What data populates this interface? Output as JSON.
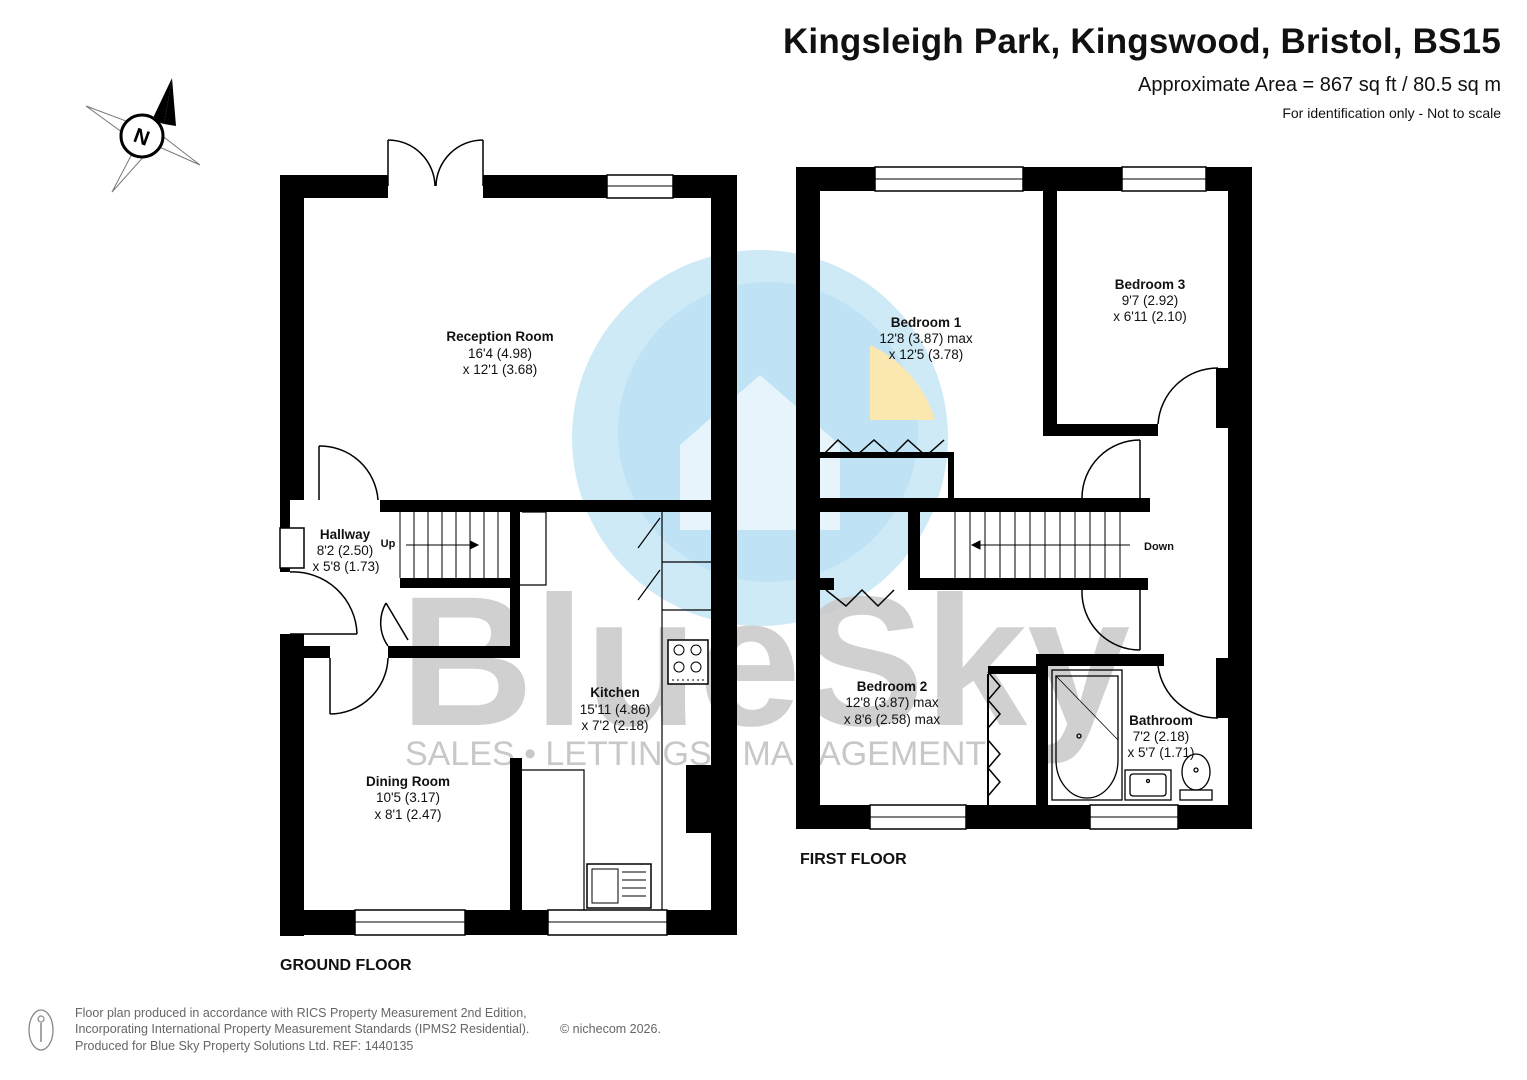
{
  "header": {
    "title": "Kingsleigh Park, Kingswood, Bristol, BS15",
    "area": "Approximate Area = 867 sq ft / 80.5 sq m",
    "disclaimer": "For identification only - Not to scale"
  },
  "compass": {
    "label": "N"
  },
  "floors": {
    "ground": "GROUND FLOOR",
    "first": "FIRST FLOOR"
  },
  "rooms": {
    "reception": {
      "name": "Reception Room",
      "dim1": "16'4 (4.98)",
      "dim2": "x 12'1 (3.68)"
    },
    "hallway": {
      "name": "Hallway",
      "dim1": "8'2 (2.50)",
      "dim2": "x 5'8 (1.73)"
    },
    "kitchen": {
      "name": "Kitchen",
      "dim1": "15'11 (4.86)",
      "dim2": "x 7'2 (2.18)"
    },
    "dining": {
      "name": "Dining Room",
      "dim1": "10'5 (3.17)",
      "dim2": "x 8'1 (2.47)"
    },
    "bedroom1": {
      "name": "Bedroom 1",
      "dim1": "12'8 (3.87) max",
      "dim2": "x 12'5 (3.78)"
    },
    "bedroom2": {
      "name": "Bedroom 2",
      "dim1": "12'8 (3.87) max",
      "dim2": "x 8'6 (2.58) max"
    },
    "bedroom3": {
      "name": "Bedroom 3",
      "dim1": "9'7 (2.92)",
      "dim2": "x 6'11 (2.10)"
    },
    "bathroom": {
      "name": "Bathroom",
      "dim1": "7'2 (2.18)",
      "dim2": "x 5'7 (1.71)"
    }
  },
  "stairs": {
    "up": "Up",
    "down": "Down"
  },
  "watermark": {
    "brand": "BlueSky",
    "tagline": "SALES • LETTINGS • MANAGEMENT",
    "colors": {
      "blue": "#bfe3f5",
      "yellow": "#fbe7b0",
      "grey": "#cfcfcf"
    }
  },
  "colors": {
    "wall": "#000000",
    "window": "#ffffff"
  },
  "footer": {
    "line1": "Floor plan produced in accordance with RICS Property Measurement 2nd Edition,",
    "line2": "Incorporating International Property Measurement Standards (IPMS2 Residential).",
    "line3": "Produced for Blue Sky Property Solutions Ltd.   REF:  1440135",
    "copyright": "© nichecom 2026."
  }
}
